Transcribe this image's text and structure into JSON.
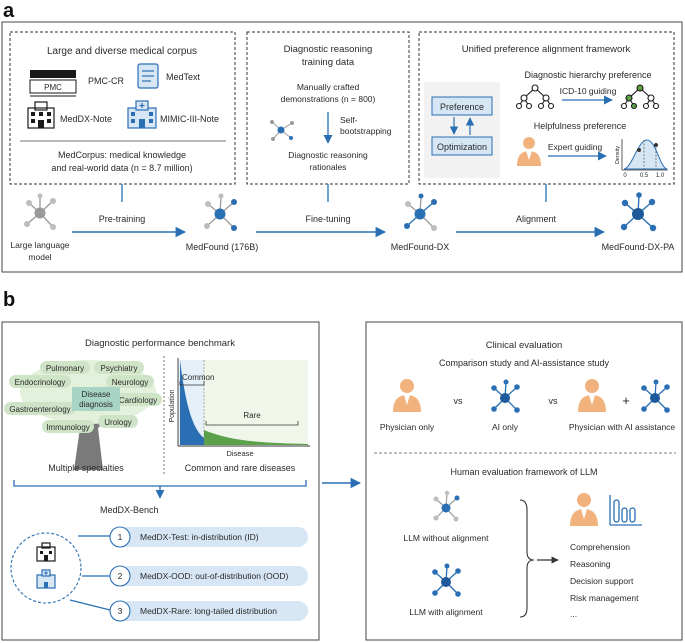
{
  "panel_a": {
    "letter": "a",
    "corpus": {
      "title": "Large and diverse medical corpus",
      "pmc_cr": "PMC-CR",
      "pmc_logo": "PMC",
      "medtext": "MedText",
      "meddx_note": "MedDX-Note",
      "mimic_note": "MIMIC-III-Note",
      "summary_line1": "MedCorpus: medical knowledge",
      "summary_line2": "and real-world data (n = 8.7 million)"
    },
    "reasoning": {
      "title_line1": "Diagnostic reasoning",
      "title_line2": "training data",
      "demo_line1": "Manually crafted",
      "demo_line2": "demonstrations (n = 800)",
      "boot_line1": "Self-",
      "boot_line2": "bootstrapping",
      "rat_line1": "Diagnostic reasoning",
      "rat_line2": "rationales"
    },
    "alignment": {
      "title": "Unified preference alignment framework",
      "preference_label": "Preference",
      "optimization_label": "Optimization",
      "hierarchy_title": "Diagnostic hierarchy preference",
      "icd_label": "ICD-10 guiding",
      "helpfulness_title": "Helpfulness preference",
      "expert_label": "Expert guiding",
      "density_label": "Density",
      "ticks": [
        "0",
        "0.5",
        "1.0"
      ]
    },
    "pipeline": {
      "llm_line1": "Large language",
      "llm_line2": "model",
      "pretraining": "Pre-training",
      "medfound": "MedFound (176B)",
      "finetuning": "Fine-tuning",
      "medfound_dx": "MedFound-DX",
      "alignment_step": "Alignment",
      "medfound_dx_pa": "MedFound-DX-PA"
    }
  },
  "panel_b": {
    "letter": "b",
    "benchmark": {
      "title": "Diagnostic performance benchmark",
      "specialties": [
        "Pulmonary",
        "Psychiatry",
        "Endocrinology",
        "Neurology",
        "Cardiology",
        "Gastroenterology",
        "Urology",
        "Immunology"
      ],
      "center_line1": "Disease",
      "center_line2": "diagnosis",
      "multiple_specialties": "Multiple specialties",
      "common": "Common",
      "rare": "Rare",
      "population": "Population",
      "disease": "Disease",
      "common_rare": "Common and rare diseases"
    },
    "meddx_bench": {
      "title": "MedDX-Bench",
      "items": [
        {
          "num": "1",
          "label": "MedDX-Test: in-distribution (ID)"
        },
        {
          "num": "2",
          "label": "MedDX-OOD: out-of-distribution (OOD)"
        },
        {
          "num": "3",
          "label": "MedDX-Rare: long-tailed distribution"
        }
      ]
    },
    "clinical": {
      "title": "Clinical evaluation",
      "subtitle": "Comparison study and AI-assistance study",
      "physician_only": "Physician only",
      "vs1": "vs",
      "ai_only": "AI only",
      "vs2": "vs",
      "plus": "+",
      "physician_ai": "Physician with AI assistance"
    },
    "human_eval": {
      "title": "Human evaluation framework of LLM",
      "without": "LLM without alignment",
      "with": "LLM with alignment",
      "criteria": [
        "Comprehension",
        "Reasoning",
        "Decision support",
        "Risk management",
        "..."
      ]
    }
  },
  "colors": {
    "blue": "#2a6fb3",
    "light_blue": "#d6e6f4",
    "orange": "#f2b27e",
    "green": "#cfe3c7",
    "gray": "#9a9a9a"
  }
}
